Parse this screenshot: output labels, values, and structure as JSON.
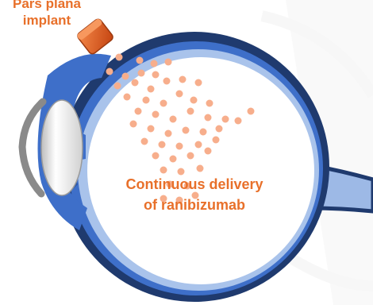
{
  "labels": {
    "implant": [
      "Pars plana",
      "implant"
    ],
    "delivery": [
      "Continuous delivery",
      "of ranibizumab"
    ]
  },
  "colors": {
    "sclera": "#1f3a6e",
    "choroid": "#3e6fc9",
    "retina": "#a9c3eb",
    "vitreous": "#ffffff",
    "lens": "#dcdcdc",
    "cornea": "#8a8a8a",
    "implant": "#e2581c",
    "drug_particles": "#f7ae8c",
    "label_text": "#e8702a"
  }
}
